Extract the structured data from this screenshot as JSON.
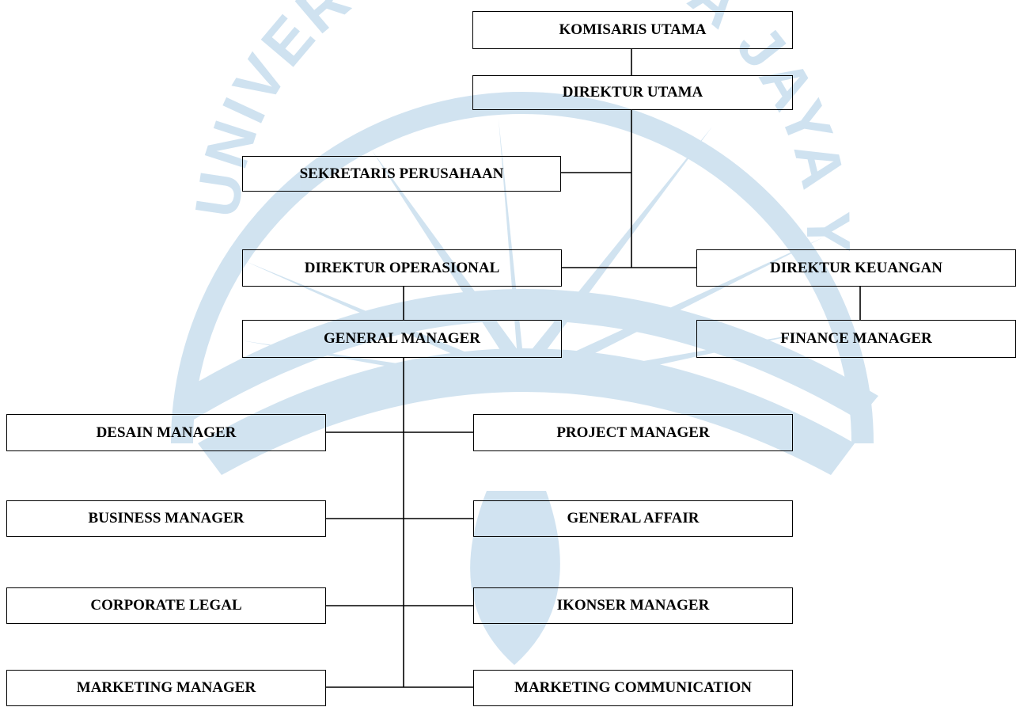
{
  "watermark": {
    "text": "UNIVERSITAS ATMA JAYA YOGYAKARTA",
    "color": "#cfe2f0"
  },
  "org": {
    "komisaris_utama": "KOMISARIS UTAMA",
    "direktur_utama": "DIREKTUR UTAMA",
    "sekretaris_perusahaan": "SEKRETARIS PERUSAHAAN",
    "direktur_operasional": "DIREKTUR OPERASIONAL",
    "direktur_keuangan": "DIREKTUR KEUANGAN",
    "general_manager": "GENERAL MANAGER",
    "finance_manager": "FINANCE MANAGER",
    "desain_manager": "DESAIN MANAGER",
    "project_manager": "PROJECT MANAGER",
    "business_manager": "BUSINESS MANAGER",
    "general_affair": "GENERAL AFFAIR",
    "corporate_legal": "CORPORATE LEGAL",
    "ikonser_manager": "IKONSER MANAGER",
    "marketing_manager": "MARKETING MANAGER",
    "marketing_communication": "MARKETING COMMUNICATION"
  }
}
